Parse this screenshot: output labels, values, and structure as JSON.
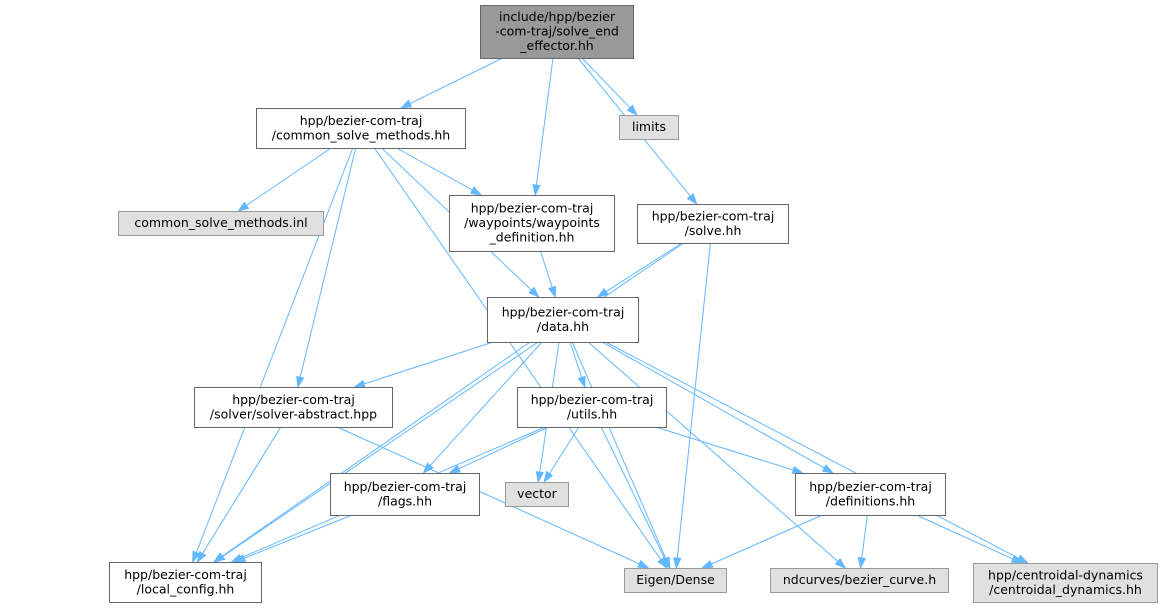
{
  "colors": {
    "edge": "#63b8ff",
    "root_fill": "#999999",
    "local_fill": "#ffffff",
    "system_fill": "#e0e0e0",
    "system_stroke": "#999999",
    "border": "#666666"
  },
  "nodes": [
    {
      "id": "root",
      "kind": "root",
      "lines": [
        "include/hpp/bezier",
        "-com-traj/solve_end",
        "_effector.hh"
      ]
    },
    {
      "id": "common_solve_methods_hh",
      "kind": "local",
      "lines": [
        "hpp/bezier-com-traj",
        "/common_solve_methods.hh"
      ]
    },
    {
      "id": "limits",
      "kind": "system",
      "lines": [
        "limits"
      ]
    },
    {
      "id": "common_solve_methods_inl",
      "kind": "system",
      "lines": [
        "common_solve_methods.inl"
      ]
    },
    {
      "id": "waypoints_definition",
      "kind": "local",
      "lines": [
        "hpp/bezier-com-traj",
        "/waypoints/waypoints",
        "_definition.hh"
      ]
    },
    {
      "id": "solve_hh",
      "kind": "local",
      "lines": [
        "hpp/bezier-com-traj",
        "/solve.hh"
      ]
    },
    {
      "id": "data_hh",
      "kind": "local",
      "lines": [
        "hpp/bezier-com-traj",
        "/data.hh"
      ]
    },
    {
      "id": "solver_abstract",
      "kind": "local",
      "lines": [
        "hpp/bezier-com-traj",
        "/solver/solver-abstract.hpp"
      ]
    },
    {
      "id": "utils_hh",
      "kind": "local",
      "lines": [
        "hpp/bezier-com-traj",
        "/utils.hh"
      ]
    },
    {
      "id": "flags_hh",
      "kind": "local",
      "lines": [
        "hpp/bezier-com-traj",
        "/flags.hh"
      ]
    },
    {
      "id": "vector",
      "kind": "system",
      "lines": [
        "vector"
      ]
    },
    {
      "id": "definitions_hh",
      "kind": "local",
      "lines": [
        "hpp/bezier-com-traj",
        "/definitions.hh"
      ]
    },
    {
      "id": "local_config",
      "kind": "local",
      "lines": [
        "hpp/bezier-com-traj",
        "/local_config.hh"
      ]
    },
    {
      "id": "eigen_dense",
      "kind": "system",
      "lines": [
        "Eigen/Dense"
      ]
    },
    {
      "id": "bezier_curve",
      "kind": "system",
      "lines": [
        "ndcurves/bezier_curve.h"
      ]
    },
    {
      "id": "centroidal_dynamics",
      "kind": "system",
      "lines": [
        "hpp/centroidal-dynamics",
        "/centroidal_dynamics.hh"
      ]
    }
  ],
  "edges": [
    [
      "root",
      "common_solve_methods_hh"
    ],
    [
      "root",
      "limits"
    ],
    [
      "root",
      "waypoints_definition"
    ],
    [
      "root",
      "solve_hh"
    ],
    [
      "common_solve_methods_hh",
      "common_solve_methods_inl"
    ],
    [
      "common_solve_methods_hh",
      "waypoints_definition"
    ],
    [
      "common_solve_methods_hh",
      "data_hh"
    ],
    [
      "common_solve_methods_hh",
      "solver_abstract"
    ],
    [
      "common_solve_methods_hh",
      "local_config"
    ],
    [
      "common_solve_methods_hh",
      "eigen_dense"
    ],
    [
      "waypoints_definition",
      "data_hh"
    ],
    [
      "solve_hh",
      "data_hh"
    ],
    [
      "solve_hh",
      "local_config"
    ],
    [
      "solve_hh",
      "eigen_dense"
    ],
    [
      "data_hh",
      "solver_abstract"
    ],
    [
      "data_hh",
      "utils_hh"
    ],
    [
      "data_hh",
      "flags_hh"
    ],
    [
      "data_hh",
      "vector"
    ],
    [
      "data_hh",
      "definitions_hh"
    ],
    [
      "data_hh",
      "local_config"
    ],
    [
      "data_hh",
      "eigen_dense"
    ],
    [
      "data_hh",
      "bezier_curve"
    ],
    [
      "data_hh",
      "centroidal_dynamics"
    ],
    [
      "solver_abstract",
      "local_config"
    ],
    [
      "solver_abstract",
      "eigen_dense"
    ],
    [
      "utils_hh",
      "flags_hh"
    ],
    [
      "utils_hh",
      "vector"
    ],
    [
      "utils_hh",
      "definitions_hh"
    ],
    [
      "utils_hh",
      "local_config"
    ],
    [
      "utils_hh",
      "eigen_dense"
    ],
    [
      "flags_hh",
      "local_config"
    ],
    [
      "definitions_hh",
      "eigen_dense"
    ],
    [
      "definitions_hh",
      "bezier_curve"
    ],
    [
      "definitions_hh",
      "centroidal_dynamics"
    ]
  ]
}
